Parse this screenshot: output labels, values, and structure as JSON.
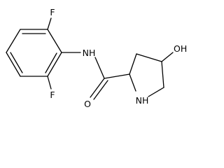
{
  "molecule": {
    "atoms": {
      "f_top": "F",
      "f_bottom": "F",
      "nh_amide": "NH",
      "o_carbonyl": "O",
      "nh_ring": "NH",
      "oh": "OH"
    },
    "bond_color": "#000000",
    "label_color": "#000000"
  }
}
